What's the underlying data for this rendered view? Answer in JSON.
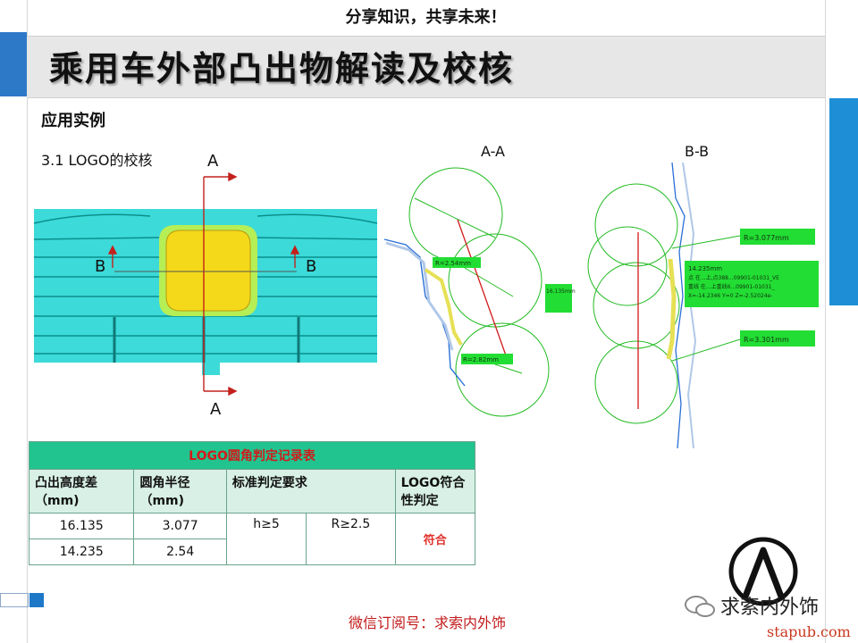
{
  "header": {
    "banner": "分享知识，共享未来！",
    "title": "乘用车外部凸出物解读及校核"
  },
  "content": {
    "subtitle": "应用实例",
    "section": "3.1   LOGO的校核",
    "front_view": {
      "label_a_top": "A",
      "label_a_bottom": "A",
      "label_b_left": "B",
      "label_b_right": "B"
    },
    "section_aa": {
      "label": "A-A",
      "notes": [
        "R=2.54mm",
        "16.135mm",
        "R=2.82mm"
      ]
    },
    "section_bb": {
      "label": "B-B",
      "notes": [
        "R=3.077mm",
        "14.235mm",
        "点 在...上,点388...09901-01031_VE",
        "重线 在...上重线6...09901-01031_",
        "X=-14.2346  Y=0  Z=-2.52024e-",
        "R=3.301mm"
      ]
    }
  },
  "table": {
    "title": "LOGO圆角判定记录表",
    "headers": [
      "凸出高度差（mm)",
      "圆角半径（mm)",
      "标准判定要求",
      "LOGO符合性判定"
    ],
    "rows": [
      [
        "16.135",
        "3.077"
      ],
      [
        "14.235",
        "2.54"
      ]
    ],
    "req_h": "h≥5",
    "req_r": "R≥2.5",
    "result": "符合"
  },
  "footer": {
    "wechat_label": "微信订阅号：求索内外饰",
    "watermark": "求索内外饰",
    "site": "stapub.com"
  }
}
